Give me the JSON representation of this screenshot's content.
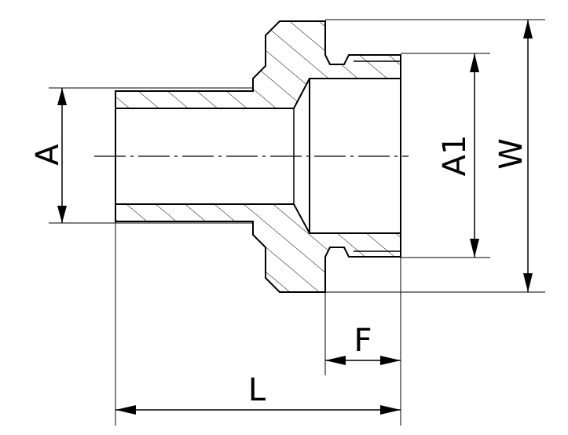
{
  "colors": {
    "line": "#000000",
    "background": "#ffffff"
  },
  "labels": {
    "a": "A",
    "a1": "A1",
    "w": "W",
    "f": "F",
    "l": "L"
  }
}
